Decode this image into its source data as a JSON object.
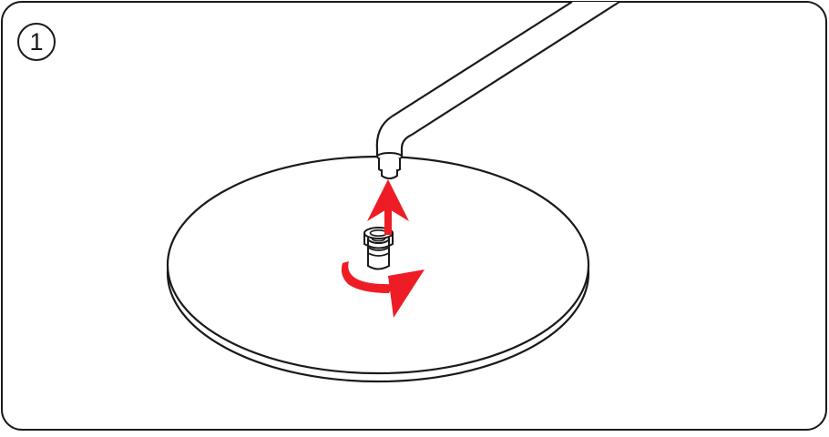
{
  "step": {
    "number": "1"
  },
  "colors": {
    "outline": "#1a1a1a",
    "arrow": "#ee1c24",
    "background": "#ffffff"
  },
  "illustration": {
    "parts": [
      "lamp-arm",
      "base-plate",
      "connector-screw"
    ],
    "actions": [
      "rotate-connector",
      "lift-arm-upward"
    ]
  }
}
